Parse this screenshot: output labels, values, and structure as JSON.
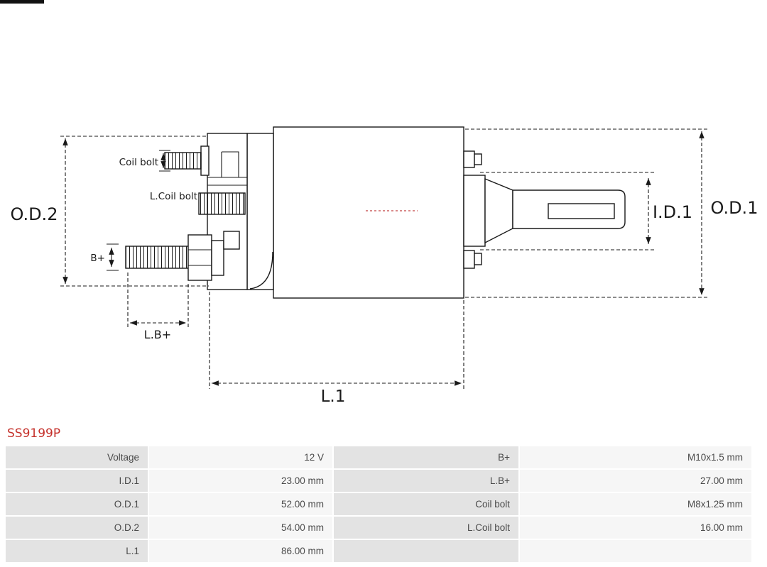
{
  "part_number": "SS9199P",
  "diagram": {
    "od2": "O.D.2",
    "od1": "O.D.1",
    "id1": "I.D.1",
    "l1": "L.1",
    "lb": "L.B+",
    "coil_bolt": "Coil bolt",
    "l_coil_bolt": "L.Coil bolt",
    "b_plus": "B+"
  },
  "table": {
    "rows": [
      [
        "Voltage",
        "12 V",
        "B+",
        "M10x1.5 mm"
      ],
      [
        "I.D.1",
        "23.00 mm",
        "L.B+",
        "27.00 mm"
      ],
      [
        "O.D.1",
        "52.00 mm",
        "Coil bolt",
        "M8x1.25 mm"
      ],
      [
        "O.D.2",
        "54.00 mm",
        "L.Coil bolt",
        "16.00 mm"
      ],
      [
        "L.1",
        "86.00 mm",
        "",
        ""
      ]
    ]
  },
  "colors": {
    "part_number": "#c5312b",
    "table_label_bg": "#e3e3e3",
    "table_value_bg": "#f6f6f6",
    "line": "#1a1a1a"
  }
}
